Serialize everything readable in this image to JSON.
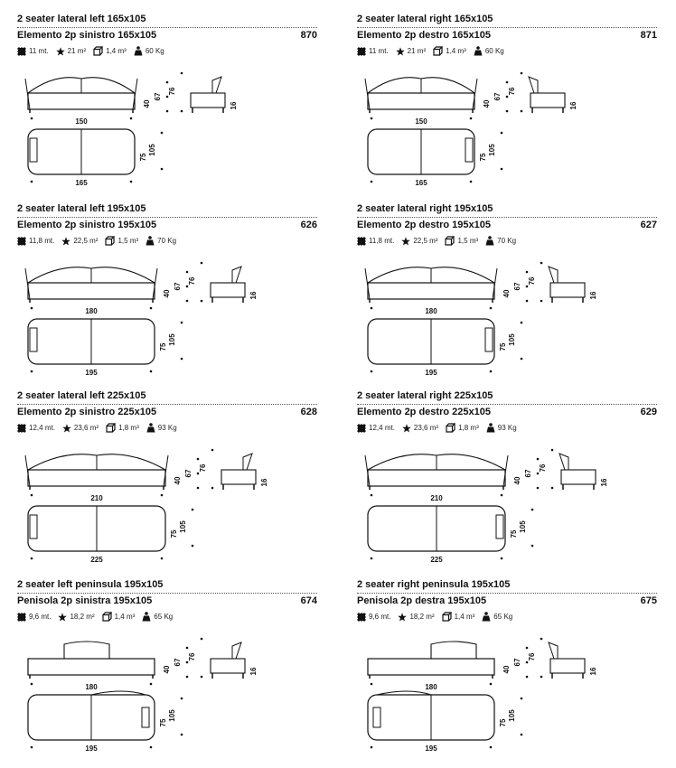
{
  "units": {
    "fabric": "mt.",
    "area": "m²",
    "volume": "m³",
    "weight": "Kg"
  },
  "items": [
    {
      "title": "2 seater lateral left 165x105",
      "subtitle": "Elemento 2p sinistro 165x105",
      "code": "870",
      "fabric": "11",
      "area": "21",
      "volume": "1,4",
      "weight": "60",
      "dims": {
        "width_inner": "150",
        "width_total": "165",
        "h_seat": "40",
        "h_arm": "67",
        "h_back": "76",
        "d_top": "16",
        "depth_seat": "75",
        "depth_total": "105"
      }
    },
    {
      "title": "2 seater lateral right 165x105",
      "subtitle": "Elemento 2p destro 165x105",
      "code": "871",
      "fabric": "11",
      "area": "21",
      "volume": "1,4",
      "weight": "60",
      "dims": {
        "width_inner": "150",
        "width_total": "165",
        "h_seat": "40",
        "h_arm": "67",
        "h_back": "76",
        "d_top": "16",
        "depth_seat": "75",
        "depth_total": "105"
      }
    },
    {
      "title": "2 seater lateral left 195x105",
      "subtitle": "Elemento 2p sinistro 195x105",
      "code": "626",
      "fabric": "11,8",
      "area": "22,5",
      "volume": "1,5",
      "weight": "70",
      "dims": {
        "width_inner": "180",
        "width_total": "195",
        "h_seat": "40",
        "h_arm": "67",
        "h_back": "76",
        "d_top": "16",
        "depth_seat": "75",
        "depth_total": "105"
      }
    },
    {
      "title": "2 seater lateral right 195x105",
      "subtitle": "Elemento 2p destro 195x105",
      "code": "627",
      "fabric": "11,8",
      "area": "22,5",
      "volume": "1,5",
      "weight": "70",
      "dims": {
        "width_inner": "180",
        "width_total": "195",
        "h_seat": "40",
        "h_arm": "67",
        "h_back": "76",
        "d_top": "16",
        "depth_seat": "75",
        "depth_total": "105"
      }
    },
    {
      "title": "2 seater lateral left 225x105",
      "subtitle": "Elemento 2p sinistro 225x105",
      "code": "628",
      "fabric": "12,4",
      "area": "23,6",
      "volume": "1,8",
      "weight": "93",
      "dims": {
        "width_inner": "210",
        "width_total": "225",
        "h_seat": "40",
        "h_arm": "67",
        "h_back": "76",
        "d_top": "16",
        "depth_seat": "75",
        "depth_total": "105"
      }
    },
    {
      "title": "2 seater lateral right 225x105",
      "subtitle": "Elemento 2p destro 225x105",
      "code": "629",
      "fabric": "12,4",
      "area": "23,6",
      "volume": "1,8",
      "weight": "93",
      "dims": {
        "width_inner": "210",
        "width_total": "225",
        "h_seat": "40",
        "h_arm": "67",
        "h_back": "76",
        "d_top": "16",
        "depth_seat": "75",
        "depth_total": "105"
      }
    },
    {
      "title": "2 seater left peninsula 195x105",
      "subtitle": "Penisola 2p sinistra 195x105",
      "code": "674",
      "fabric": "9,6",
      "area": "18,2",
      "volume": "1,4",
      "weight": "65",
      "dims": {
        "width_inner": "180",
        "width_total": "195",
        "h_seat": "40",
        "h_arm": "67",
        "h_back": "76",
        "d_top": "16",
        "depth_seat": "75",
        "depth_total": "105"
      }
    },
    {
      "title": "2 seater right peninsula 195x105",
      "subtitle": "Penisola 2p destra 195x105",
      "code": "675",
      "fabric": "9,6",
      "area": "18,2",
      "volume": "1,4",
      "weight": "65",
      "dims": {
        "width_inner": "180",
        "width_total": "195",
        "h_seat": "40",
        "h_arm": "67",
        "h_back": "76",
        "d_top": "16",
        "depth_seat": "75",
        "depth_total": "105"
      }
    }
  ]
}
